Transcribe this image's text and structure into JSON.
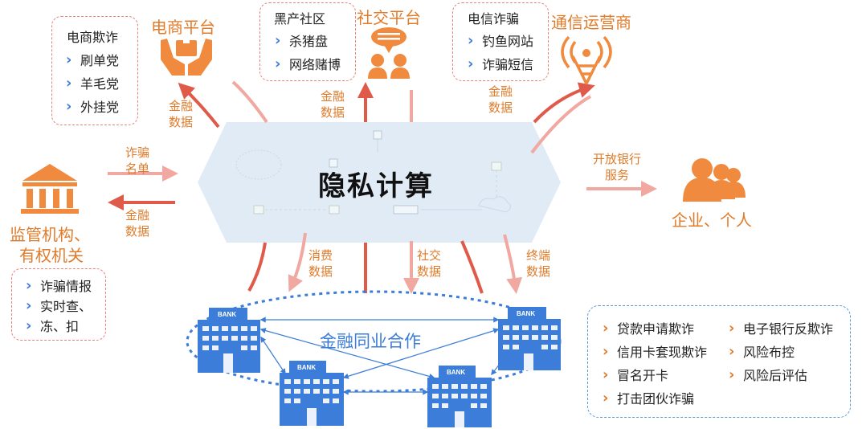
{
  "center": {
    "title": "隐私计算"
  },
  "platforms": {
    "ecommerce": {
      "title": "电商平台",
      "box_title": "电商欺诈",
      "items": [
        "刷单党",
        "羊毛党",
        "外挂党"
      ]
    },
    "social": {
      "title": "社交平台",
      "box_title": "黑产社区",
      "items": [
        "杀猪盘",
        "网络赌博"
      ]
    },
    "telecom": {
      "title": "通信运营商",
      "box_title": "电信诈骗",
      "items": [
        "钓鱼网站",
        "诈骗短信"
      ]
    }
  },
  "regulator": {
    "title_line1": "监管机构、",
    "title_line2": "有权机关",
    "items": [
      "诈骗情报",
      "实时查、",
      "冻、扣"
    ]
  },
  "enterprise": {
    "title": "企业、个人",
    "arrow_label_line1": "开放银行",
    "arrow_label_line2": "服务"
  },
  "arrow_labels": {
    "fraud_list": [
      "诈骗",
      "名单"
    ],
    "fin_data_regulator": [
      "金融",
      "数据"
    ],
    "fin_data_ecommerce": [
      "金融",
      "数据"
    ],
    "fin_data_social": [
      "金融",
      "数据"
    ],
    "fin_data_telecom": [
      "金融",
      "数据"
    ],
    "consume_data": [
      "消费",
      "数据"
    ],
    "social_data": [
      "社交",
      "数据"
    ],
    "terminal_data": [
      "终端",
      "数据"
    ]
  },
  "banks": {
    "label": "金融同业合作",
    "sign": "BANK"
  },
  "services": {
    "left": [
      "贷款申请欺诈",
      "信用卡套现欺诈",
      "冒名开卡",
      "打击团伙诈骗"
    ],
    "right": [
      "电子银行反欺诈",
      "风险布控",
      "风险后评估"
    ]
  },
  "colors": {
    "orange": "#e07b2a",
    "red": "#e05a4a",
    "pink": "#f0a8a0",
    "blue": "#3b7dd8",
    "hexagon": "#dbe8f5"
  }
}
